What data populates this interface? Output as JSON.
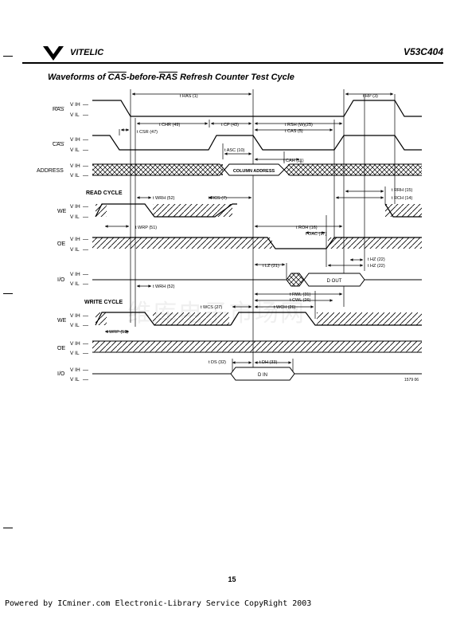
{
  "header": {
    "brand": "VITELIC",
    "part_number": "V53C404",
    "title_prefix": "Waveforms of ",
    "title_cas": "CAS",
    "title_mid": "-before-",
    "title_ras": "RAS",
    "title_suffix": " Refresh Counter Test Cycle"
  },
  "signals": {
    "ras": "RAS",
    "cas": "CAS",
    "address": "ADDRESS",
    "we": "WE",
    "oe": "OE",
    "io": "I/O",
    "vih": "V IH",
    "vil": "V IL",
    "dash": "—"
  },
  "sections": {
    "read_cycle": "READ CYCLE",
    "write_cycle": "WRITE CYCLE"
  },
  "bus": {
    "column_address": "COLUMN ADDRESS",
    "d_out": "D OUT",
    "d_in": "D IN"
  },
  "timings": {
    "t_ras": "t RAS (1)",
    "t_rp": "t RP (3)",
    "t_chr": "t CHR (49)",
    "t_csr": "t CSR (47)",
    "t_cp": "t CP (43)",
    "t_rsh": "t RSH (W)(25)",
    "t_cas": "t CAS (5)",
    "t_asc": "t ASC (10)",
    "t_cah": "t CAH (11)",
    "t_rrh": "t RRH (15)",
    "t_rch": "t RCH (14)",
    "t_wrh_read": "t WRH (52)",
    "t_rcs": "t RCS (7)",
    "t_wrp_read": "t WRP (51)",
    "t_roh": "t ROH (16)",
    "t_oac": "t OAC (17)",
    "t_lz": "t LZ (21)",
    "t_hz1": "t HZ (22)",
    "t_hz2": "t HZ (22)",
    "t_wrh_write": "t WRH (52)",
    "t_rwl": "t RWL (31)",
    "t_cwl": "t CWL (26)",
    "t_wcs": "t WCS (27)",
    "t_wch": "t WCH (26)",
    "t_wrp_write": "t WRP (51)",
    "t_ds": "t DS (32)",
    "t_dh": "t DH (33)"
  },
  "figure_id": "1579 06",
  "watermark": "维库电子市场网",
  "page_number": "15",
  "footer": "Powered by ICminer.com Electronic-Library Service CopyRight 2003"
}
